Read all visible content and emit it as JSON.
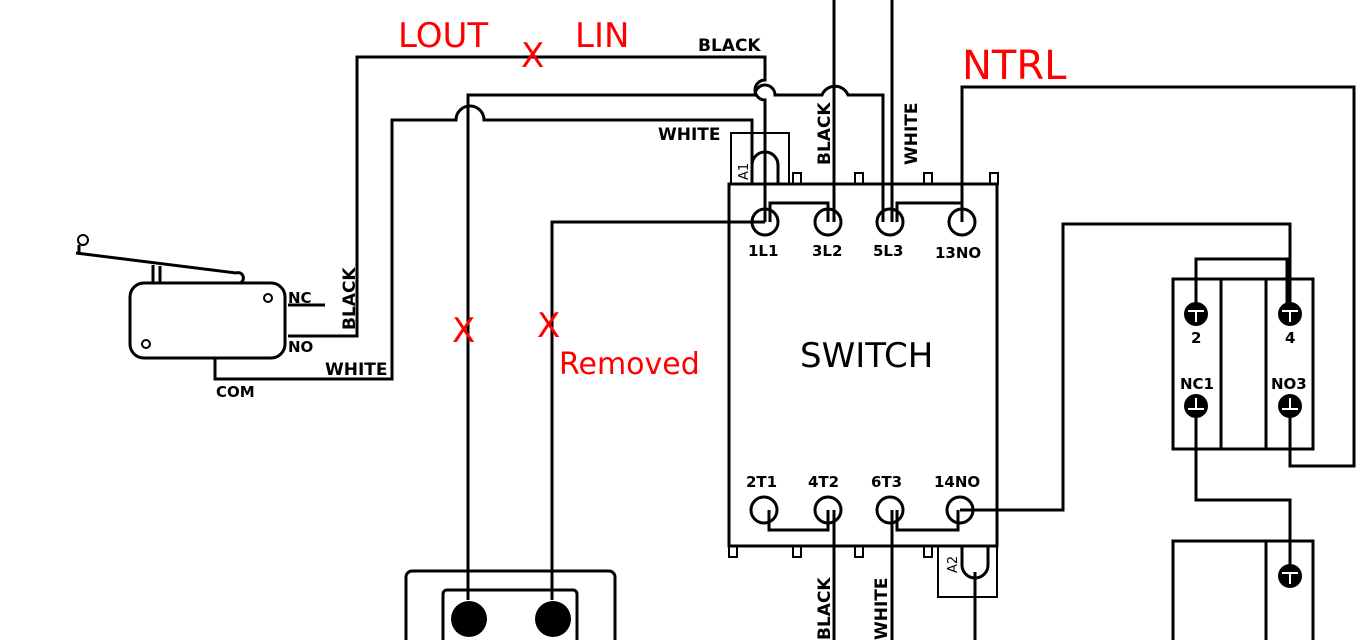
{
  "annotations": {
    "lout": "LOUT",
    "lin": "LIN",
    "ntrl": "NTRL",
    "removed": "Removed",
    "x_mark": "X",
    "color": "#ff0000"
  },
  "wire_labels": {
    "black_top": "BLACK",
    "white_top": "WHITE",
    "black_vert_top": "BLACK",
    "white_vert_top": "WHITE",
    "black_limit": "BLACK",
    "white_limit": "WHITE",
    "black_bottom": "BLACK",
    "white_bottom": "WHITE"
  },
  "limit_switch": {
    "nc": "NC",
    "no": "NO",
    "com": "COM"
  },
  "contactor": {
    "title": "SWITCH",
    "coil_a1": "A1",
    "coil_a2": "A2",
    "top_terminals": [
      "1L1",
      "3L2",
      "5L3",
      "13NO"
    ],
    "bottom_terminals": [
      "2T1",
      "4T2",
      "6T3",
      "14NO"
    ]
  },
  "relay": {
    "terminals": [
      "2",
      "4",
      "NC1",
      "NO3"
    ]
  }
}
